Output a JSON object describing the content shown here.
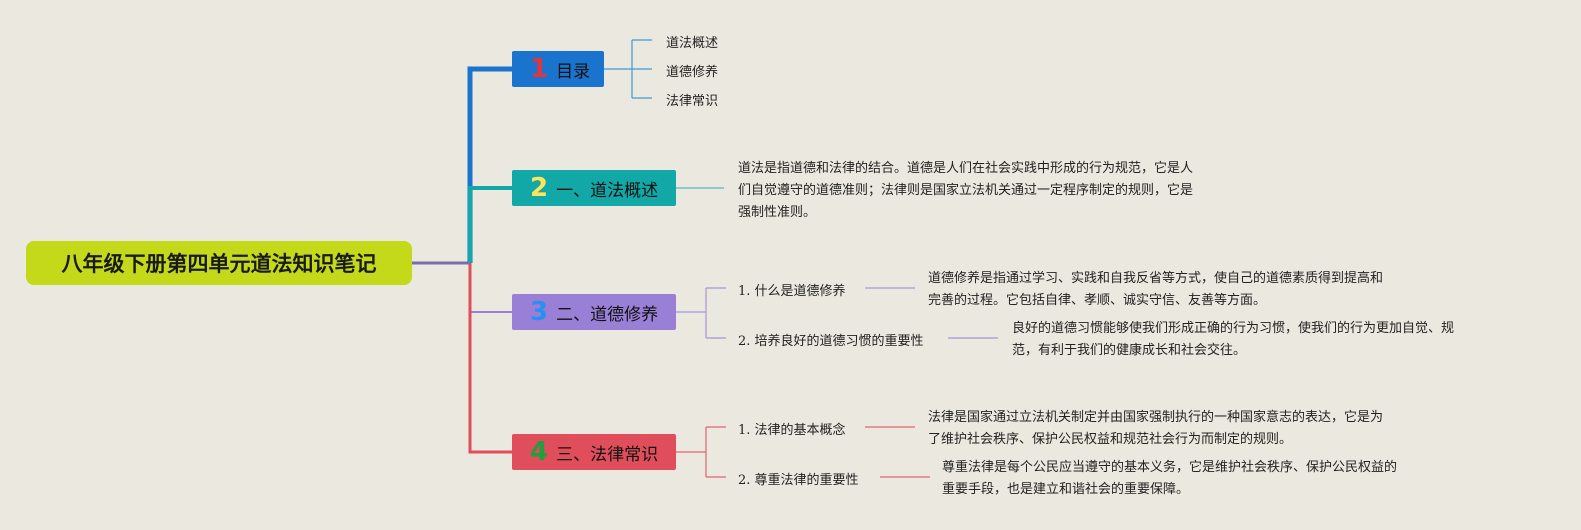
{
  "root": {
    "label": "八年级下册第四单元道法知识笔记"
  },
  "colors": {
    "root": "#c3d91a",
    "branch1": "#1a73cc",
    "branch2": "#12a8a8",
    "branch3": "#9a7fd6",
    "branch4": "#e04d5b",
    "num1": "#e03540",
    "num2": "#ffe45a",
    "num3": "#2a8ff0",
    "num4": "#1fa03c"
  },
  "branches": [
    {
      "number": "1",
      "label": "目录",
      "items": [
        "道法概述",
        "道德修养",
        "法律常识"
      ]
    },
    {
      "number": "2",
      "label": "一、道法概述",
      "text_lines": [
        "道法是指道德和法律的结合。道德是人们在社会实践中形成的行为规范，它是人",
        "们自觉遵守的道德准则；法律则是国家立法机关通过一定程序制定的规则，它是",
        "强制性准则。"
      ]
    },
    {
      "number": "3",
      "label": "二、道德修养",
      "subs": [
        {
          "label": "1. 什么是道德修养",
          "text_lines": [
            "道德修养是指通过学习、实践和自我反省等方式，使自己的道德素质得到提高和",
            "完善的过程。它包括自律、孝顺、诚实守信、友善等方面。"
          ]
        },
        {
          "label": "2. 培养良好的道德习惯的重要性",
          "text_lines": [
            "良好的道德习惯能够使我们形成正确的行为习惯，使我们的行为更加自觉、规",
            "范，有利于我们的健康成长和社会交往。"
          ]
        }
      ]
    },
    {
      "number": "4",
      "label": "三、法律常识",
      "subs": [
        {
          "label": "1. 法律的基本概念",
          "text_lines": [
            "法律是国家通过立法机关制定并由国家强制执行的一种国家意志的表达，它是为",
            "了维护社会秩序、保护公民权益和规范社会行为而制定的规则。"
          ]
        },
        {
          "label": "2. 尊重法律的重要性",
          "text_lines": [
            "尊重法律是每个公民应当遵守的基本义务，它是维护社会秩序、保护公民权益的",
            "重要手段，也是建立和谐社会的重要保障。"
          ]
        }
      ]
    }
  ]
}
